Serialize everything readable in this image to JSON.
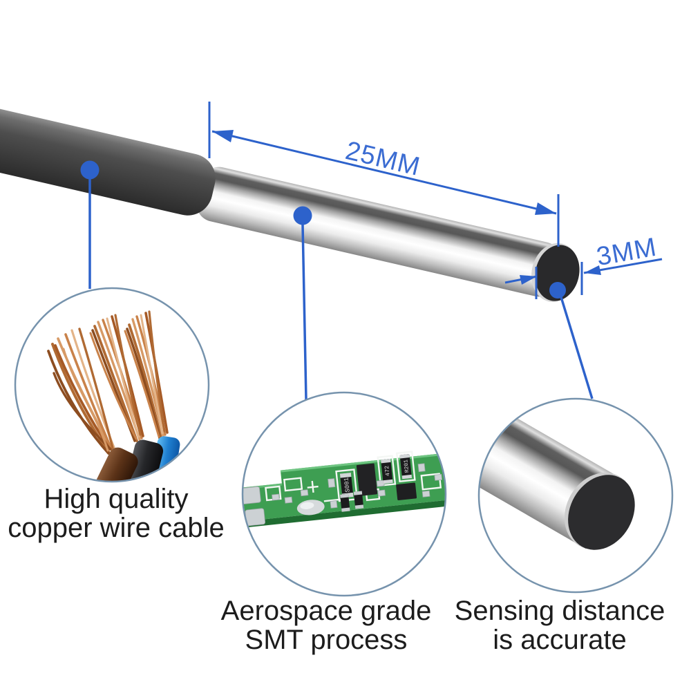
{
  "dimensions": {
    "length_label": "25MM",
    "diameter_label": "3MM"
  },
  "callouts": [
    {
      "id": "copper-wire",
      "lines": [
        "High quality",
        "copper wire cable"
      ]
    },
    {
      "id": "smt-pcb",
      "lines": [
        "Aerospace grade",
        "SMT process"
      ]
    },
    {
      "id": "sensing-tip",
      "lines": [
        "Sensing distance",
        "is accurate"
      ]
    }
  ],
  "pcb_labels": [
    "S001",
    "472",
    "R201"
  ],
  "colors": {
    "annotation_blue": "#2d62cb",
    "dimension_text_blue": "#3b6cd2",
    "callout_circle_border": "#7693ad",
    "caption_text": "#1c1c1c",
    "pcb_green": "#3e9e52",
    "wire_blue_insulation": "#1f7fd0",
    "wire_brown_insulation": "#5c3318"
  }
}
